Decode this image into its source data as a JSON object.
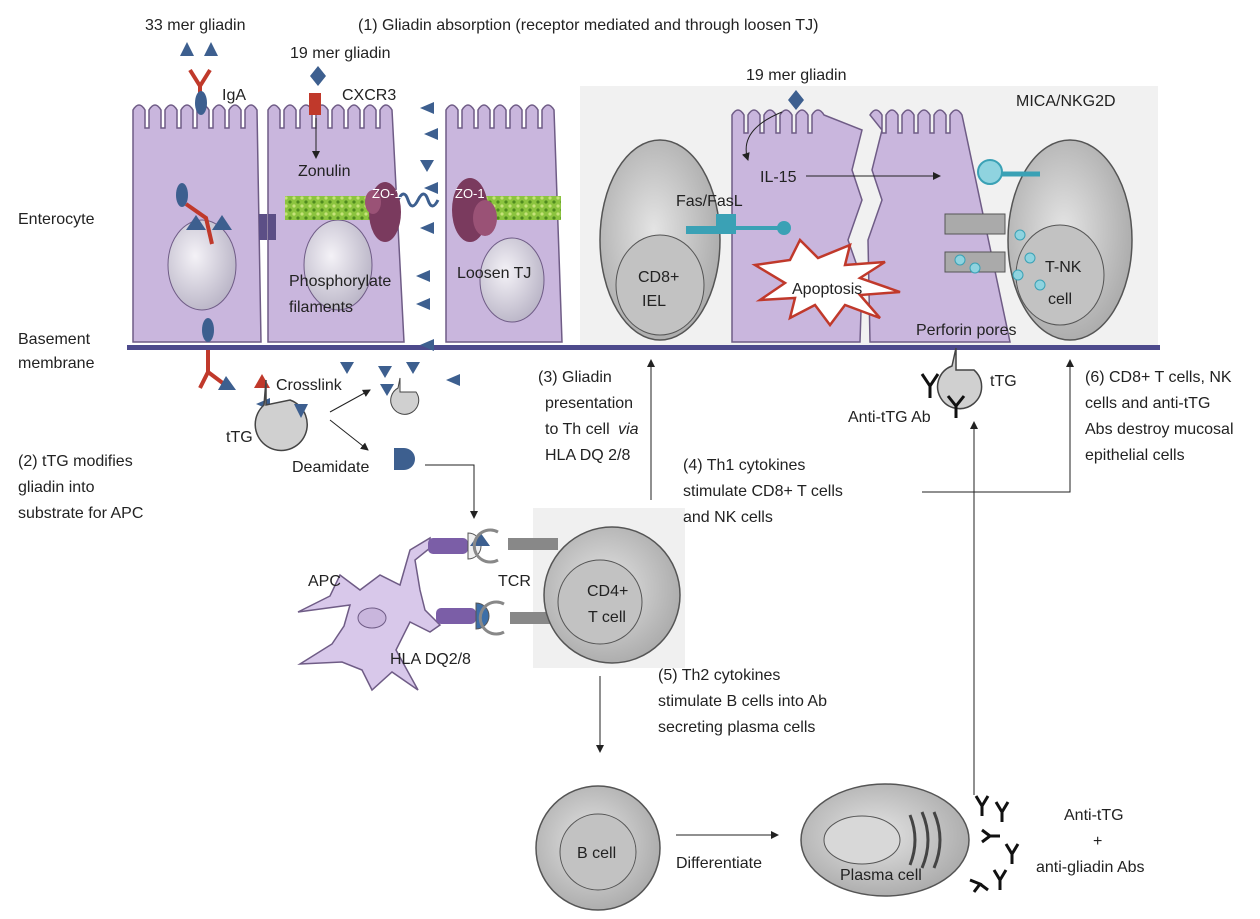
{
  "labels": {
    "gliadin_33mer": "33 mer gliadin",
    "step1": "(1) Gliadin absorption (receptor mediated and through loosen TJ)",
    "gliadin_19mer_left": "19 mer gliadin",
    "iga": "IgA",
    "cxcr3": "CXCR3",
    "gliadin_19mer_right": "19 mer gliadin",
    "mica_nkg2d": "MICA/NKG2D",
    "enterocyte": "Enterocyte",
    "zonulin": "Zonulin",
    "zo1_a": "ZO-1",
    "zo1_b": "ZO-1",
    "phosphorylate_1": "Phosphorylate",
    "phosphorylate_2": "filaments",
    "loosen_tj": "Loosen TJ",
    "fas_fasl": "Fas/FasL",
    "il15": "IL-15",
    "cd8_1": "CD8+",
    "cd8_2": "IEL",
    "apoptosis": "Apoptosis",
    "tnk_1": "T-NK",
    "tnk_2": "cell",
    "perforin": "Perforin pores",
    "basement_1": "Basement",
    "basement_2": "membrane",
    "crosslink": "Crosslink",
    "ttg_left": "tTG",
    "deamidate": "Deamidate",
    "step2_1": "(2) tTG modifies",
    "step2_2": "gliadin into",
    "step2_3": "substrate for APC",
    "step3_1": "(3) Gliadin",
    "step3_2": "presentation",
    "step3_3": "to Th cell",
    "step3_via": "via",
    "step3_4": "HLA DQ 2/8",
    "ttg_right": "tTG",
    "anti_ttg_ab": "Anti-tTG Ab",
    "step4_1": "(4) Th1 cytokines",
    "step4_2": "stimulate CD8+ T cells",
    "step4_3": "and NK cells",
    "step6_1": "(6) CD8+ T cells, NK",
    "step6_2": "cells and anti-tTG",
    "step6_3": "Abs destroy mucosal",
    "step6_4": "epithelial cells",
    "apc": "APC",
    "tcr": "TCR",
    "cd4_1": "CD4+",
    "cd4_2": "T cell",
    "hla": "HLA DQ2/8",
    "step5_1": "(5) Th2 cytokines",
    "step5_2": "stimulate B cells into Ab",
    "step5_3": "secreting plasma cells",
    "bcell": "B cell",
    "differentiate": "Differentiate",
    "plasma": "Plasma cell",
    "abs_1": "Anti-tTG",
    "abs_2": "+",
    "abs_3": "anti-gliadin Abs"
  },
  "colors": {
    "cell_fill": "#c9b6dd",
    "cell_stroke": "#6f5c86",
    "nucleus_fill": "#dedbe6",
    "gliadin": "#3d5f8f",
    "antibody": "#c0392b",
    "tj_green": "#7db83a",
    "zo1": "#7a3a5e",
    "grey_cell": "#c8c8c8",
    "grey_dark": "#5a5a5a",
    "membrane": "#4d4a8c",
    "teal": "#3aa1b5"
  }
}
